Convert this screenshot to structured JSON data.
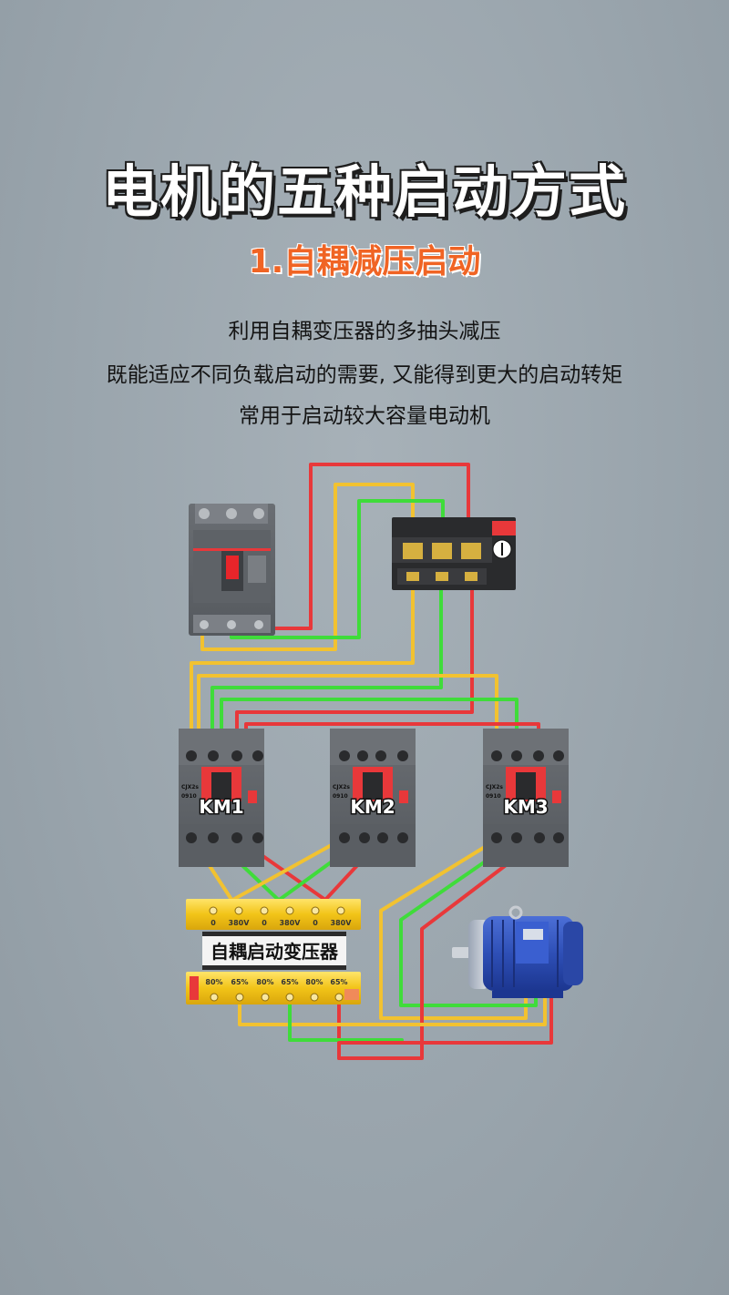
{
  "header": {
    "title": "电机的五种启动方式",
    "subtitle": "1.自耦减压启动"
  },
  "description": [
    "利用自耦变压器的多抽头减压",
    "既能适应不同负载启动的需要, 又能得到更大的启动转矩",
    "常用于启动较大容量电动机"
  ],
  "diagram": {
    "contactors": [
      {
        "label": "KM1",
        "model": "CJX2s",
        "code": "0910"
      },
      {
        "label": "KM2",
        "model": "CJX2s",
        "code": "0910"
      },
      {
        "label": "KM3",
        "model": "CJX2s",
        "code": "0910"
      }
    ],
    "transformer": {
      "label": "自耦启动变压器",
      "top_taps": [
        "0",
        "380V",
        "0",
        "380V",
        "0",
        "380V"
      ],
      "bottom_taps": [
        "80%",
        "65%",
        "80%",
        "65%",
        "80%",
        "65%"
      ]
    },
    "wire_colors": {
      "yellow": "#f2c230",
      "green": "#3fdc3a",
      "red": "#e8383a"
    }
  }
}
